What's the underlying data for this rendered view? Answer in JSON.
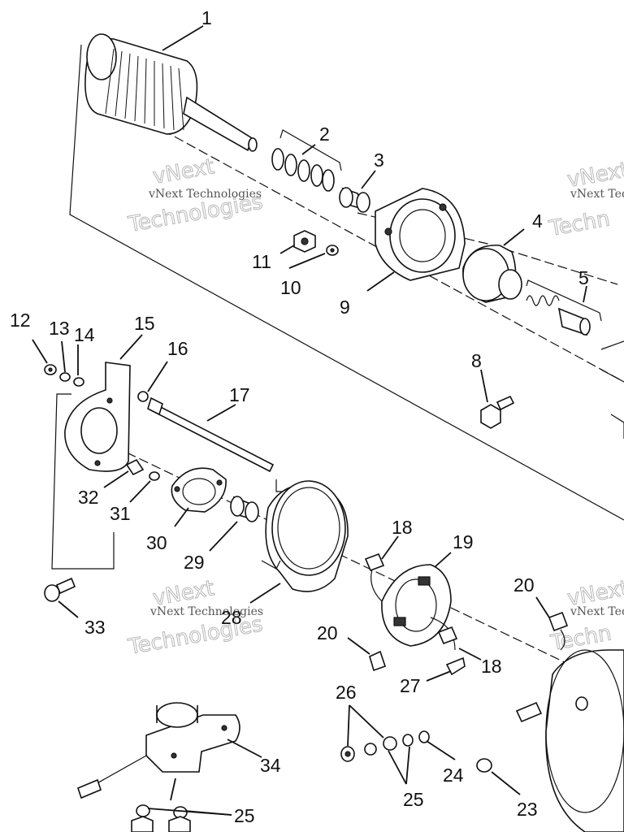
{
  "callouts": [
    {
      "id": "1",
      "label": "1"
    },
    {
      "id": "2",
      "label": "2"
    },
    {
      "id": "3",
      "label": "3"
    },
    {
      "id": "4",
      "label": "4"
    },
    {
      "id": "5",
      "label": "5"
    },
    {
      "id": "8",
      "label": "8"
    },
    {
      "id": "9",
      "label": "9"
    },
    {
      "id": "10",
      "label": "10"
    },
    {
      "id": "11",
      "label": "11"
    },
    {
      "id": "12",
      "label": "12"
    },
    {
      "id": "13",
      "label": "13"
    },
    {
      "id": "14",
      "label": "14"
    },
    {
      "id": "15",
      "label": "15"
    },
    {
      "id": "16",
      "label": "16"
    },
    {
      "id": "17",
      "label": "17"
    },
    {
      "id": "18a",
      "label": "18"
    },
    {
      "id": "18b",
      "label": "18"
    },
    {
      "id": "19",
      "label": "19"
    },
    {
      "id": "20a",
      "label": "20"
    },
    {
      "id": "20b",
      "label": "20"
    },
    {
      "id": "23",
      "label": "23"
    },
    {
      "id": "24",
      "label": "24"
    },
    {
      "id": "25a",
      "label": "25"
    },
    {
      "id": "25b",
      "label": "25"
    },
    {
      "id": "26",
      "label": "26"
    },
    {
      "id": "27",
      "label": "27"
    },
    {
      "id": "28",
      "label": "28"
    },
    {
      "id": "29",
      "label": "29"
    },
    {
      "id": "30",
      "label": "30"
    },
    {
      "id": "31",
      "label": "31"
    },
    {
      "id": "32",
      "label": "32"
    },
    {
      "id": "33",
      "label": "33"
    },
    {
      "id": "34",
      "label": "34"
    }
  ],
  "watermark": {
    "small": "vNext Technologies",
    "big": "Technologies",
    "big_top": "vNext",
    "edge_small": "vNext Tec",
    "edge_big": "Techn"
  }
}
